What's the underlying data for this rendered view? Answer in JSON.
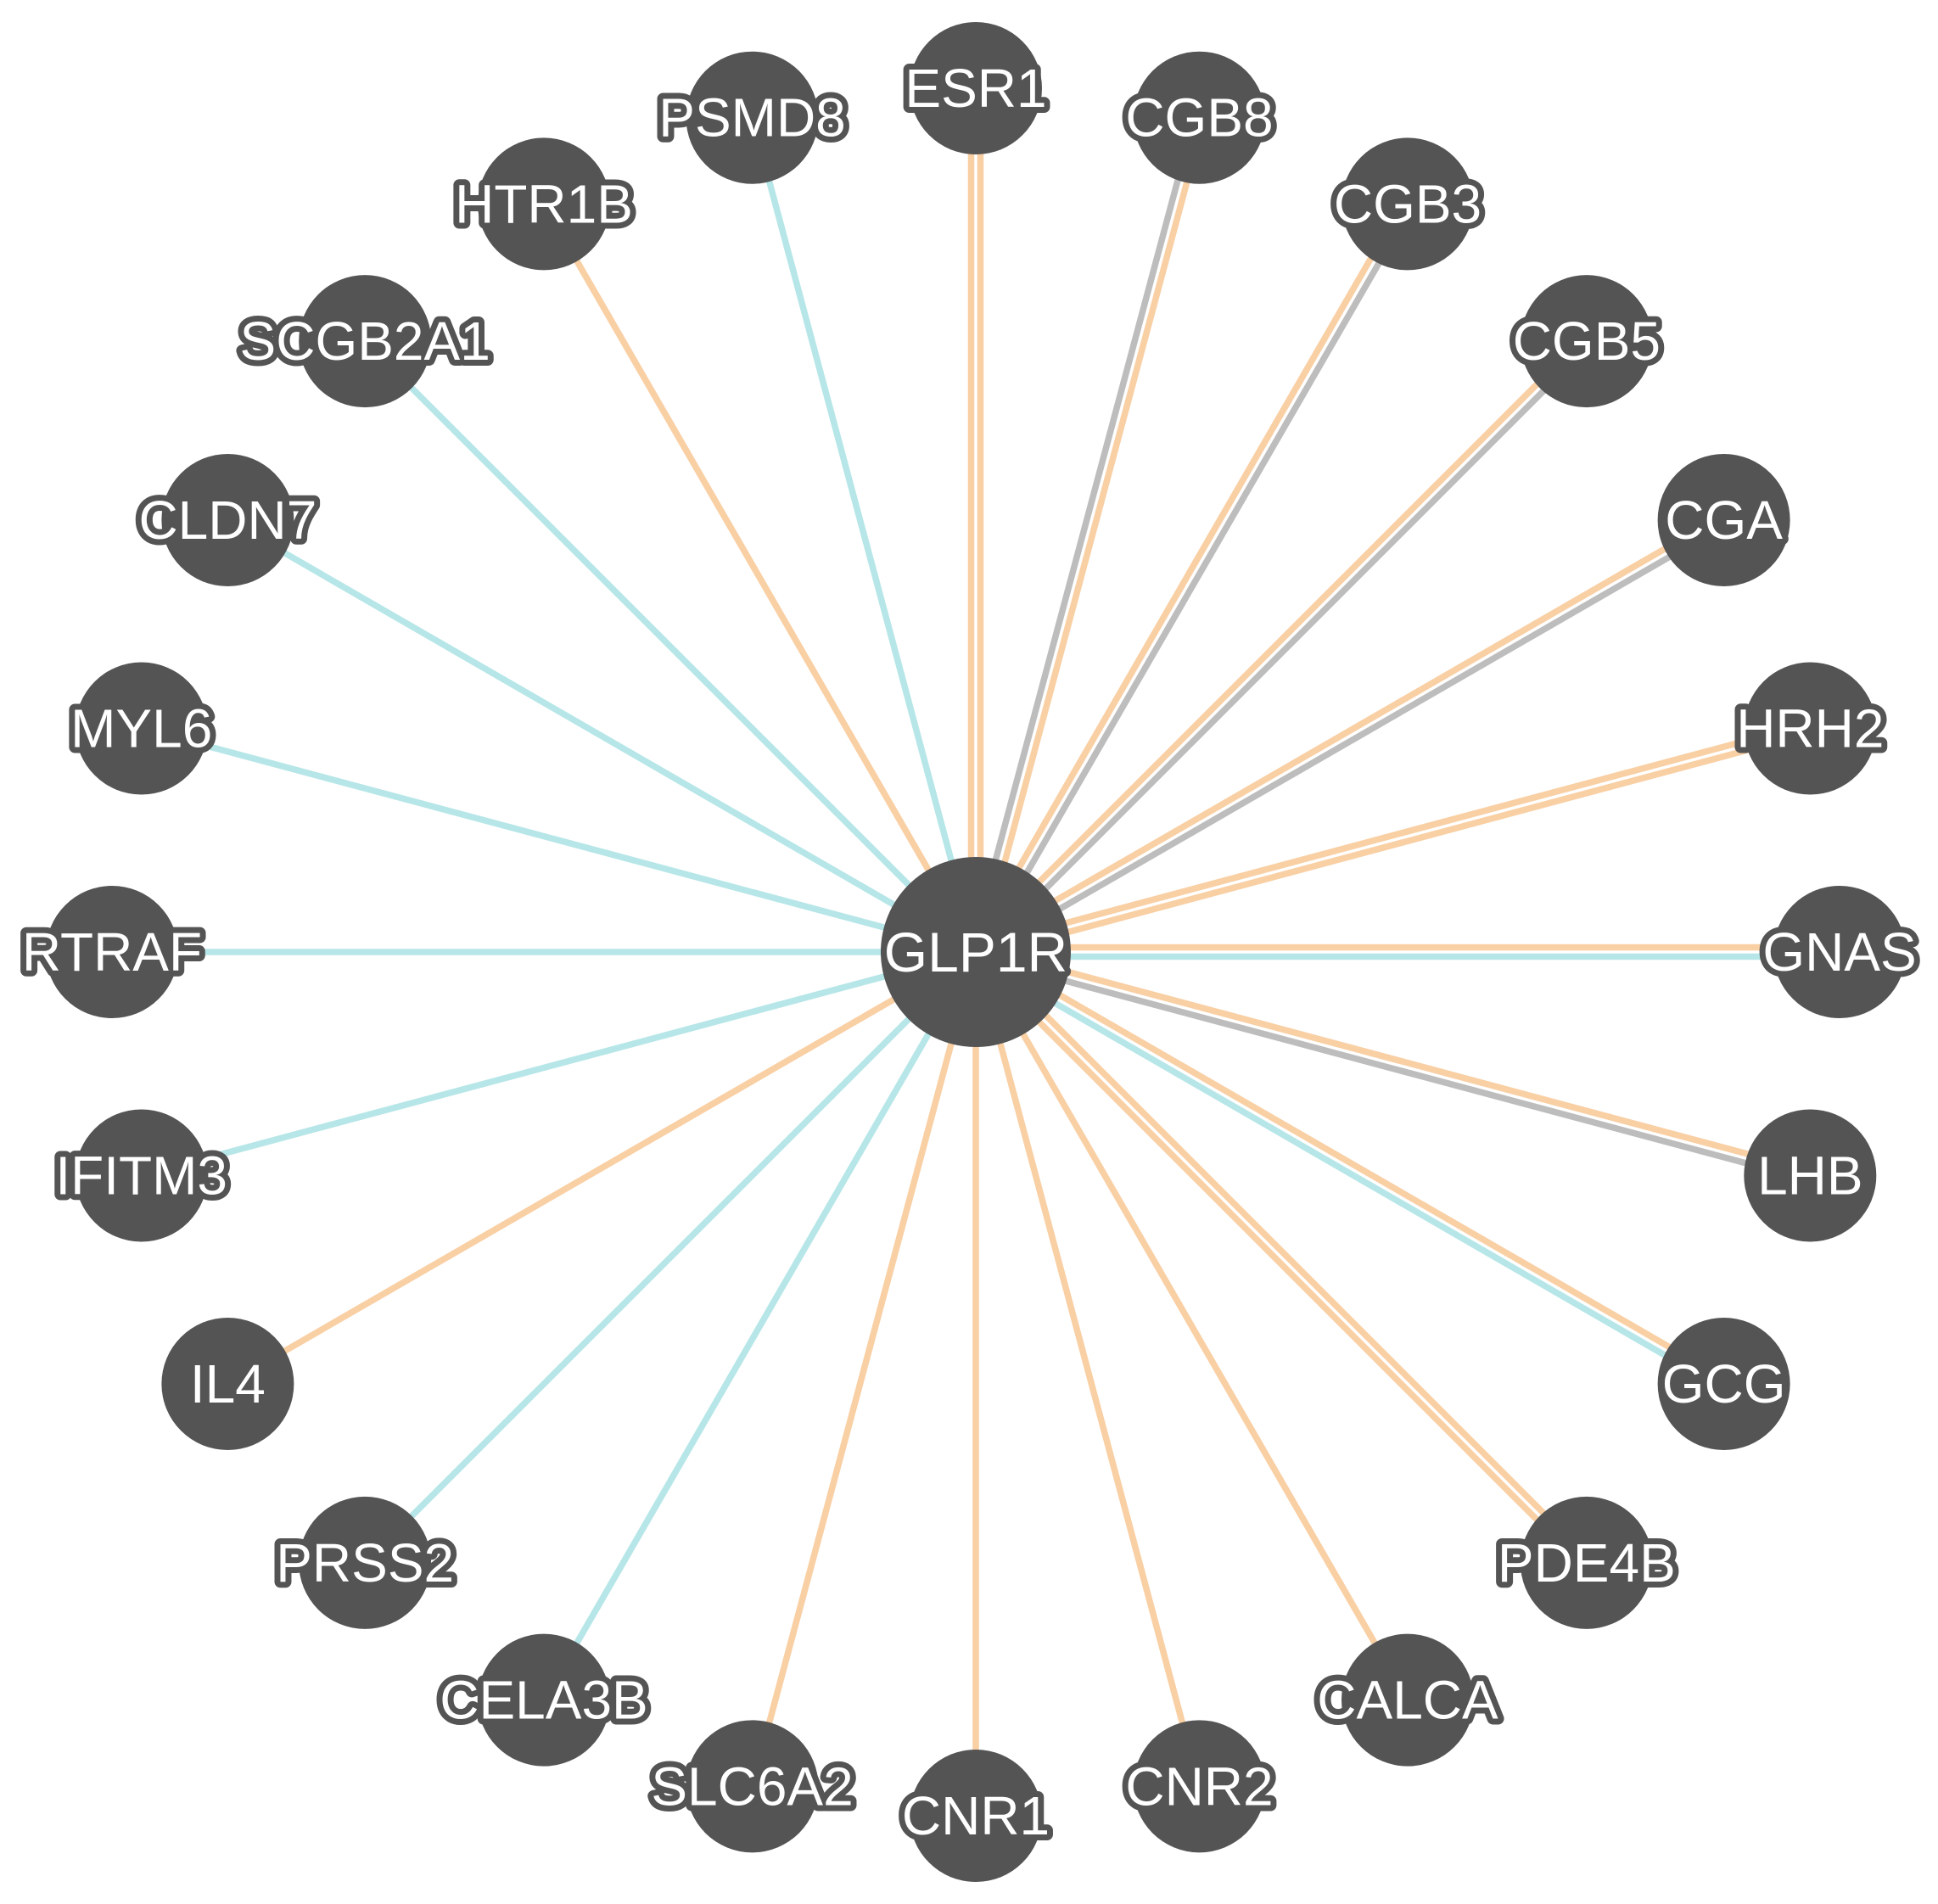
{
  "diagram": {
    "type": "network",
    "center": {
      "id": "GLP1R",
      "label": "GLP1R"
    },
    "edge_colors": {
      "coexpression": "#f9cfa4",
      "physical": "#b7e6e8",
      "other": "#bdbdbd"
    },
    "nodes": [
      {
        "id": "ESR1",
        "label": "ESR1",
        "edges": [
          "coexpression",
          "coexpression"
        ]
      },
      {
        "id": "CGB8",
        "label": "CGB8",
        "edges": [
          "other",
          "coexpression"
        ]
      },
      {
        "id": "CGB3",
        "label": "CGB3",
        "edges": [
          "coexpression",
          "other"
        ]
      },
      {
        "id": "CGB5",
        "label": "CGB5",
        "edges": [
          "coexpression",
          "other"
        ]
      },
      {
        "id": "CGA",
        "label": "CGA",
        "edges": [
          "coexpression",
          "other"
        ]
      },
      {
        "id": "HRH2",
        "label": "HRH2",
        "edges": [
          "coexpression",
          "coexpression"
        ]
      },
      {
        "id": "GNAS",
        "label": "GNAS",
        "edges": [
          "coexpression",
          "physical"
        ]
      },
      {
        "id": "LHB",
        "label": "LHB",
        "edges": [
          "coexpression",
          "other"
        ]
      },
      {
        "id": "GCG",
        "label": "GCG",
        "edges": [
          "coexpression",
          "physical"
        ]
      },
      {
        "id": "PDE4B",
        "label": "PDE4B",
        "edges": [
          "coexpression",
          "coexpression"
        ]
      },
      {
        "id": "CALCA",
        "label": "CALCA",
        "edges": [
          "coexpression"
        ]
      },
      {
        "id": "CNR2",
        "label": "CNR2",
        "edges": [
          "coexpression"
        ]
      },
      {
        "id": "CNR1",
        "label": "CNR1",
        "edges": [
          "coexpression"
        ]
      },
      {
        "id": "SLC6A2",
        "label": "SLC6A2",
        "edges": [
          "coexpression"
        ]
      },
      {
        "id": "CELA3B",
        "label": "CELA3B",
        "edges": [
          "physical"
        ]
      },
      {
        "id": "PRSS2",
        "label": "PRSS2",
        "edges": [
          "physical"
        ]
      },
      {
        "id": "IL4",
        "label": "IL4",
        "edges": [
          "coexpression"
        ]
      },
      {
        "id": "IFITM3",
        "label": "IFITM3",
        "edges": [
          "physical"
        ]
      },
      {
        "id": "RTRAF",
        "label": "RTRAF",
        "edges": [
          "physical"
        ]
      },
      {
        "id": "MYL6",
        "label": "MYL6",
        "edges": [
          "physical"
        ]
      },
      {
        "id": "CLDN7",
        "label": "CLDN7",
        "edges": [
          "physical"
        ]
      },
      {
        "id": "SCGB2A1",
        "label": "SCGB2A1",
        "edges": [
          "physical"
        ]
      },
      {
        "id": "HTR1B",
        "label": "HTR1B",
        "edges": [
          "coexpression"
        ]
      },
      {
        "id": "PSMD8",
        "label": "PSMD8",
        "edges": [
          "physical"
        ]
      }
    ]
  }
}
